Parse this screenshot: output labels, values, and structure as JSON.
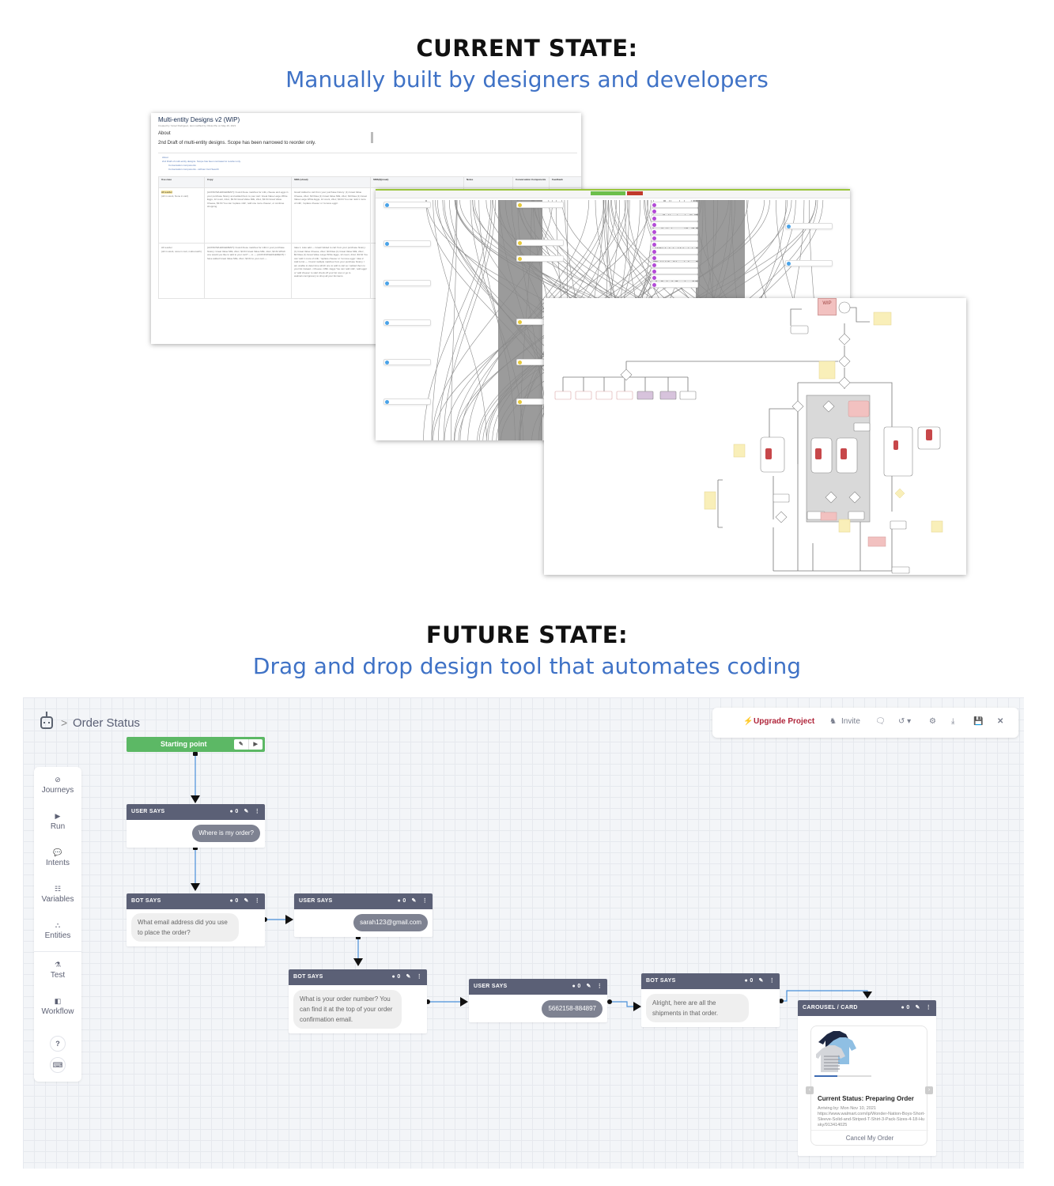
{
  "current": {
    "heading": "CURRENT STATE:",
    "subheading": "Manually built by designers and developers"
  },
  "future": {
    "heading": "FUTURE STATE:",
    "subheading": "Drag and drop design tool that automates coding"
  },
  "doc": {
    "title": "Multi-entity Designs v2 (WIP)",
    "byline": "Created by Yamel Rodriguez, last modified by Olivia Zhu on May 26, 2021",
    "about_label": "About",
    "about_text": "2nd Draft of multi-entity designs. Scope has been narrowed to reorder only.",
    "toc": [
      "About",
      "2nd Draft of multi-entity designs. Scope has been narrowed to reorder only.",
      "Conversation components",
      "Conversation components - without Cart Search"
    ],
    "columns": [
      "Use case",
      "Copy",
      "SMS (shout)",
      "SMS(2)(moat)",
      "Notes",
      "Conversation Components",
      "Feedback"
    ],
    "rows": [
      {
        "use_case": "All reorder",
        "use_case_note": "(All in stock, None in cart)",
        "copy": "[ACKNOWLEDGEMENT] I found these matches for milk, cheese and eggs in your purchase history and added them to your cart: Great Value Large White Eggs, 12 count, 24oz, $3.64 Great Value Milk, 24oz, $3.64 Great Value Cheese, $3.64 You can 'replace milk', 'add one more cheese', or continue shopping.",
        "sms": "Great! Added to cart from your purchase history: (1) Great Value Cheese, 24oz, $3.64ea (1) Great Value Milk, 24oz, $0.64ea (1) Great Value Large White Eggs, 12 count, 24oz, $0.64 You can 'add 1 more of milk', 'replace cheese' or 'remove eggs'."
      },
      {
        "use_case": "All reorder",
        "use_case_note": "(All in stock, none in cart, multi-match)",
        "copy": "[ACKNOWLEDGEMENT] I found these matches for milk in your purchase history: Great Value Milk, 24oz, $3.64 Great Value Milk, 14oz, $3.64 Which one would you like to add to your cart? --- A. --- [ACKNOWLEDGEMENT] I have added Great Value Milk, 24oz, $3.64 to your cart ---",
        "sms": "Idea 1. Auto add — Great! Added to cart from your purchase history: (1) Great Value Cheese, 24oz, $3.64ea (1) Great Value Milk, 24oz, $0.64ea (1) Great Value Large White Eggs, 12 count, 24oz, $3.64 You can 'add 1 more of milk', 'replace cheese' or 'remove eggs'. Idea 2. Add to list — I found multiple matches from your purchase history. I am unable to determine which one to add to cart so I added them to your list instead. • Cheese • Milk • Eggs You can 'add milk', 'add eggs' or 'add cheese' to start check off your list now or go to walmart.com/grocery to shop all your list items."
      }
    ]
  },
  "graph_tool": {
    "flag_text": "WIP"
  },
  "tool": {
    "breadcrumb_sep": ">",
    "project_name": "Order Status",
    "topbar": {
      "upgrade_icon": "⚡",
      "upgrade_label": "Upgrade Project",
      "invite_label": "Invite",
      "icons": [
        "comments-icon",
        "history-icon",
        "settings-icon",
        "download-icon",
        "save-icon",
        "close-icon"
      ]
    },
    "sidebar": {
      "items": [
        {
          "label": "Journeys",
          "icon": "compass-icon",
          "glyph": "⊘"
        },
        {
          "label": "Run",
          "icon": "play-icon",
          "glyph": "▶"
        },
        {
          "label": "Intents",
          "icon": "chat-bubble-icon",
          "glyph": "💬"
        },
        {
          "label": "Variables",
          "icon": "sliders-icon",
          "glyph": "☷"
        },
        {
          "label": "Entities",
          "icon": "hierarchy-icon",
          "glyph": "⛬"
        },
        {
          "label": "Test",
          "icon": "flask-icon",
          "glyph": "⚗"
        },
        {
          "label": "Workflow",
          "icon": "workflow-icon",
          "glyph": "◧"
        }
      ],
      "help_glyph": "?",
      "keyboard_glyph": "⌨"
    },
    "start_node": {
      "label": "Starting point"
    },
    "nodes": [
      {
        "type": "USER SAYS",
        "comments": "0",
        "text": "Where is my order?"
      },
      {
        "type": "BOT SAYS",
        "comments": "0",
        "text": "What email address did you use to place the order?"
      },
      {
        "type": "USER SAYS",
        "comments": "0",
        "text": "sarah123@gmail.com"
      },
      {
        "type": "BOT SAYS",
        "comments": "0",
        "text": "What is your order number? You can find it at the top of your order confirmation email."
      },
      {
        "type": "USER SAYS",
        "comments": "0",
        "text": "5662158-884897"
      },
      {
        "type": "BOT SAYS",
        "comments": "0",
        "text": "Alright, here are all the shipments in that order."
      }
    ],
    "carousel": {
      "type": "CAROUSEL / CARD",
      "comments": "0",
      "progress": 0.4,
      "status": "Current Status: Preparing Order",
      "arriving": "Arriving by: Mon Nov 10, 2021",
      "url": "https://www.walmart.com/ip/Wonder-Nation-Boys-Short-Sleeve-Solid-and-Striped-T-Shirt-3-Pack-Sizes-4-18-Husky/913414025",
      "button": "Cancel My Order"
    },
    "colors": {
      "accent_blue": "#3f72c6",
      "start_green": "#5cb865",
      "node_header": "#5b6076",
      "upgrade_red": "#b0263b",
      "connector": "#4a90d9"
    }
  }
}
